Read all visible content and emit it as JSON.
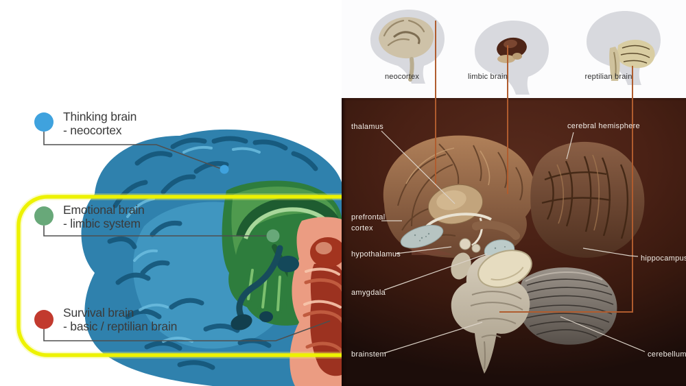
{
  "diagram_title": "Triune brain model diagram",
  "left_panel": {
    "legend": [
      {
        "title": "Thinking brain",
        "subtitle": "- neocortex",
        "dot_color": "#3fa2de"
      },
      {
        "title": "Emotional brain",
        "subtitle": "- limbic system",
        "dot_color": "#68a879"
      },
      {
        "title": "Survival brain",
        "subtitle": "- basic / reptilian brain",
        "dot_color": "#c23a2e"
      }
    ],
    "highlight_outline_color": "#edf202",
    "brain_region_colors": {
      "neocortex": "#2f81ad",
      "limbic": "#2e7d3d",
      "brainstem": "#eb9c82"
    }
  },
  "right_panel": {
    "mini_brains": [
      {
        "label": "neocortex"
      },
      {
        "label": "limbic brain"
      },
      {
        "label": "reptilian brain"
      }
    ],
    "anatomy_labels": {
      "thalamus": "thalamus",
      "cerebral_hemisphere": "cerebral hemisphere",
      "prefrontal_line1": "prefrontal",
      "prefrontal_line2": "cortex",
      "hypothalamus": "hypothalamus",
      "amygdala": "amygdala",
      "hippocampus": "hippocampus",
      "brainstem": "brainstem",
      "cerebellum": "cerebellum"
    },
    "colors": {
      "background": "#4a2115",
      "callout_line": "#b05c2e",
      "leader_line": "#dcd3c8",
      "label_text": "#f2ede7"
    }
  }
}
